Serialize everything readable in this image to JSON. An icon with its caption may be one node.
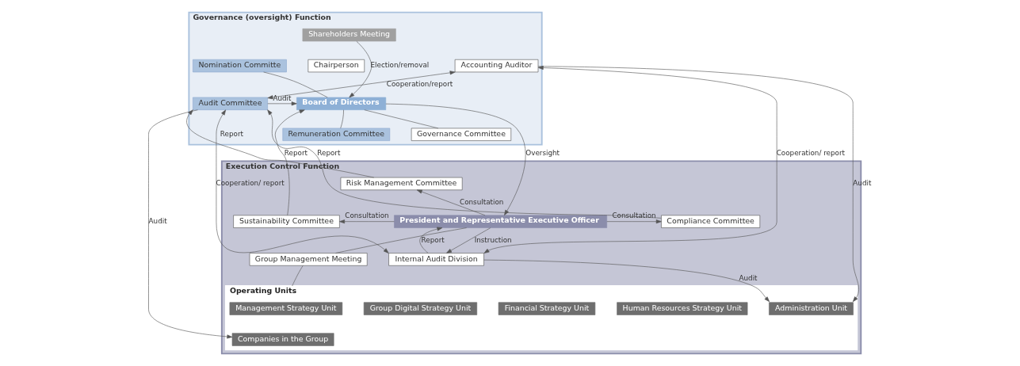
{
  "diagram": {
    "nodes": [
      {
        "text": [
          "Governance (oversight) Function"
        ]
      },
      {
        "text": [
          "Shareholders Meeting"
        ],
        "in": 0
      },
      {
        "text": [
          "Nomination Committe"
        ],
        "in": 0
      },
      {
        "text": [
          "Remuneration Committee"
        ],
        "in": 0
      },
      {
        "text": [
          "Chairperson"
        ],
        "in": 0
      },
      {
        "text": [
          "Board of Directors"
        ],
        "in": 0
      },
      {
        "text": [
          "Governance Committee"
        ],
        "in": 0
      },
      {
        "text": [
          "Audit Committee"
        ],
        "in": 0
      },
      {
        "text": [
          "Accounting Auditor"
        ],
        "in": 0
      },
      {
        "text": [
          "Execution Control Function"
        ]
      },
      {
        "text": [
          "Sustainability Committee"
        ],
        "in": 9
      },
      {
        "text": [
          "President and Representative Executive Officer"
        ],
        "in": 9
      },
      {
        "text": [
          "Risk Management Committee"
        ],
        "in": 9
      },
      {
        "text": [
          "Compliance Committee"
        ],
        "in": 9
      },
      {
        "text": [
          "Group Management Meeting"
        ],
        "in": 9
      },
      {
        "text": [
          "Internal Audit Division"
        ],
        "in": 9
      },
      {
        "text": [
          "Operating Units"
        ],
        "in": 9
      },
      {
        "text": [
          "Management Strategy Unit"
        ],
        "in": 16
      },
      {
        "text": [
          "Group Digital Strategy Unit"
        ],
        "in": 16
      },
      {
        "text": [
          "Financial Strategy Unit"
        ],
        "in": 16
      },
      {
        "text": [
          "Human Resources Strategy Unit"
        ],
        "in": 16
      },
      {
        "text": [
          "Administration Unit"
        ],
        "in": 16
      },
      {
        "text": [
          "Companies in the Group"
        ],
        "in": 16
      }
    ],
    "edges": [
      {
        "from": 1,
        "to": 5,
        "arrow": "to",
        "label": "Election/removal"
      },
      {
        "from": 2,
        "to": 5,
        "arrow": "none"
      },
      {
        "from": 3,
        "to": 5,
        "arrow": "none"
      },
      {
        "from": 6,
        "to": 5,
        "arrow": "none"
      },
      {
        "from": 7,
        "to": 5,
        "arrow": "to",
        "label": "Audit"
      },
      {
        "from": 7,
        "to": 8,
        "arrow": "both",
        "label": "Cooperation/report"
      },
      {
        "from": 7,
        "to": 22,
        "arrow": "to",
        "label": "Audit"
      },
      {
        "from": 8,
        "to": 21,
        "arrow": "to",
        "label": "Audit"
      },
      {
        "from": 8,
        "to": 15,
        "arrow": "both",
        "label": "Cooperation/ report"
      },
      {
        "from": 7,
        "to": 15,
        "arrow": "both",
        "label": "Cooperation/ report"
      },
      {
        "from": 12,
        "to": 7,
        "arrow": "to",
        "label": "Report"
      },
      {
        "from": 13,
        "to": 7,
        "arrow": "to",
        "label": "Report"
      },
      {
        "from": 10,
        "to": 5,
        "arrow": "to",
        "label": "Report"
      },
      {
        "from": 5,
        "to": 11,
        "arrow": "to",
        "label": "Oversight"
      },
      {
        "from": 11,
        "to": 10,
        "arrow": "to",
        "label": "Consultation"
      },
      {
        "from": 11,
        "to": 12,
        "arrow": "to",
        "label": "Consultation"
      },
      {
        "from": 11,
        "to": 13,
        "arrow": "to",
        "label": "Consultation"
      },
      {
        "from": 11,
        "to": 14,
        "arrow": "none"
      },
      {
        "from": 14,
        "to": 16,
        "arrow": "none"
      },
      {
        "from": 15,
        "to": 11,
        "arrow": "to",
        "label": "Report"
      },
      {
        "from": 11,
        "to": 15,
        "arrow": "to",
        "label": "Instruction"
      },
      {
        "from": 15,
        "to": 21,
        "arrow": "to",
        "label": "Audit"
      }
    ]
  }
}
